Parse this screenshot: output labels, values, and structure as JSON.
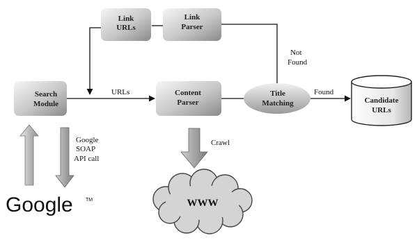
{
  "nodes": {
    "link_urls": [
      "Link",
      "URLs"
    ],
    "link_parser": [
      "Link",
      "Parser"
    ],
    "search_module": [
      "Search",
      "Module"
    ],
    "content_parser": [
      "Content",
      "Parser"
    ],
    "title_matching": [
      "Title",
      "Matching"
    ],
    "candidate_urls": [
      "Candidate",
      "URLs"
    ],
    "www": "WWW",
    "google_logo": "Google",
    "google_tm": "TM"
  },
  "edges": {
    "urls": "URLs",
    "found": "Found",
    "not_found": [
      "Not",
      "Found"
    ],
    "crawl": "Crawl",
    "google_soap": [
      "Google",
      "SOAP",
      "API call"
    ]
  },
  "colors": {
    "box_light": "#f4f4f4",
    "box_dark": "#8a8a8a",
    "line": "#111111",
    "arrow_fill": "#bdbdbd",
    "cloud_fill": "#d6d6d6"
  }
}
